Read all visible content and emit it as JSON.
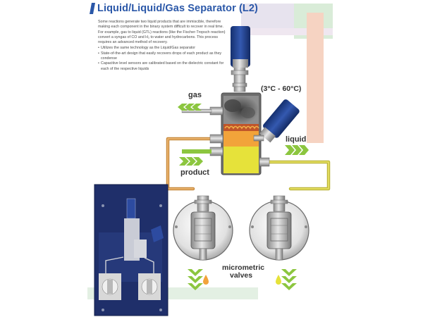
{
  "title": "Liquid/Liquid/Gas Separator (L2)",
  "intro": "Some reactions generate two liquid products that are immiscible, therefore making each component in the binary system difficult to recover in real time. For example, gas to liquid (GTL) reactions (like the Fischer-Tropsch reaction) convert a syngas of CO and H₂ to water and hydrocarbons. This process requires an advanced method of recovery.",
  "bullets": [
    "Utilizes the same technology as the Liquid/Gas separator",
    "State-of-the-art design that easily recovers drops of each product as they condense",
    "Capacitive level sensors are calibrated based on the dielectric constant for each of the respective liquids"
  ],
  "labels": {
    "gas": "gas",
    "temperature": "(3°C - 60°C)",
    "liquid": "liquid",
    "product": "product",
    "valves_line1": "micrometric",
    "valves_line2": "valves"
  },
  "colors": {
    "title": "#2a57a8",
    "accent_green": "#8cc63f",
    "liquid_yellow": "#e6e23a",
    "product_orange": "#f2a33a",
    "tube_orange": "#e3a65a",
    "tube_yellow": "#d9d24a",
    "sensor_blue": "#1f3d8c"
  },
  "icons": [
    "double-chevron-left-icon",
    "double-chevron-right-icon",
    "double-chevron-down-icon",
    "droplet-icon"
  ]
}
